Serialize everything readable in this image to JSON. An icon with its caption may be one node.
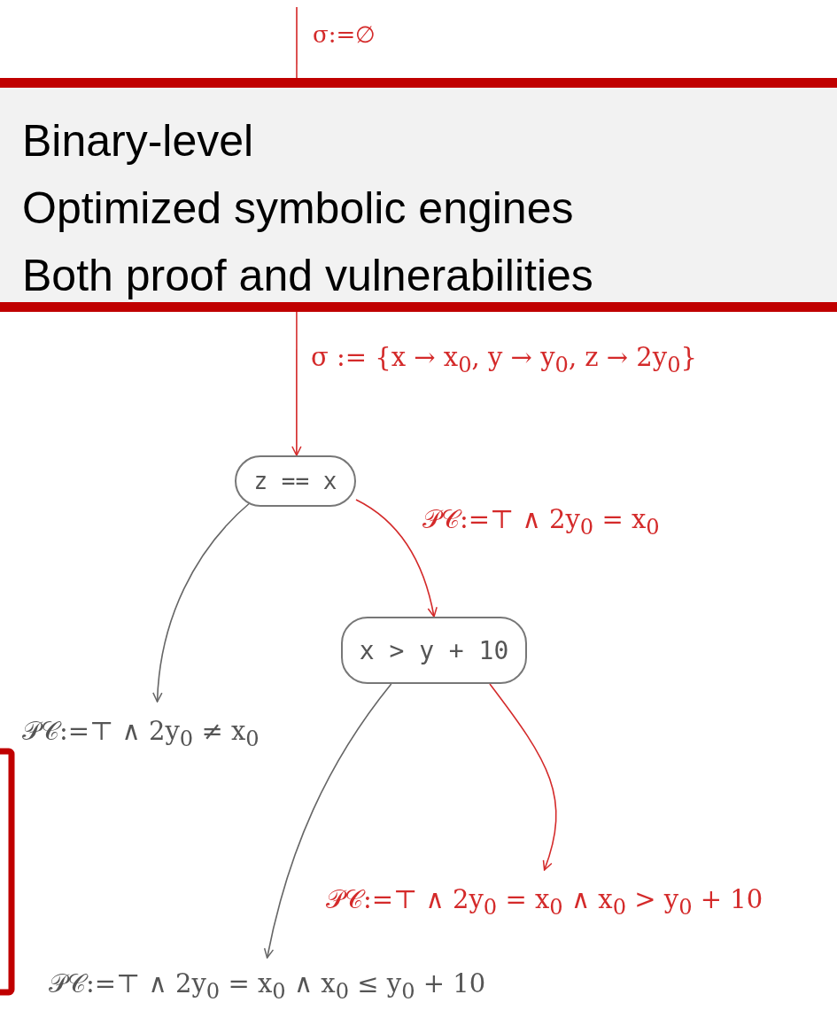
{
  "diagram": {
    "nodes": [
      {
        "text": [
          "Binary-level",
          "Optimized symbolic engines",
          "Both proof and vulnerabilities"
        ]
      },
      {
        "text": [
          "z == x"
        ]
      },
      {
        "text": [
          "x > y + 10"
        ]
      },
      {
        "text": [
          "𝒫𝒞:=⊤ ∧ 2y$_{0}$ ≠ x$_{0}$"
        ]
      },
      {
        "text": [
          "𝒫𝒞:=⊤ ∧ 2y$_{0}$ = x$_{0}$ ∧ x$_{0}$ > y$_{0}$ + 10"
        ]
      },
      {
        "text": [
          "𝒫𝒞:=⊤ ∧ 2y$_{0}$ = x$_{0}$ ∧ x$_{0}$ ≤ y$_{0}$ + 10"
        ]
      }
    ],
    "edges": [
      {
        "from": null,
        "to": 1,
        "arrow": "to",
        "label": "σ := {x → x$_{0}$, y → y$_{0}$, z → 2y$_{0}$}"
      },
      {
        "from": 1,
        "to": 2,
        "arrow": "to",
        "label": "𝒫𝒞:=⊤ ∧ 2y$_{0}$ = x$_{0}$"
      },
      {
        "from": 1,
        "to": 3,
        "arrow": "to",
        "color": "#666666"
      },
      {
        "from": 2,
        "to": 4,
        "arrow": "to"
      },
      {
        "from": 2,
        "to": 5,
        "arrow": "to",
        "color": "#666666"
      }
    ],
    "labels": [
      "σ:=∅"
    ]
  }
}
